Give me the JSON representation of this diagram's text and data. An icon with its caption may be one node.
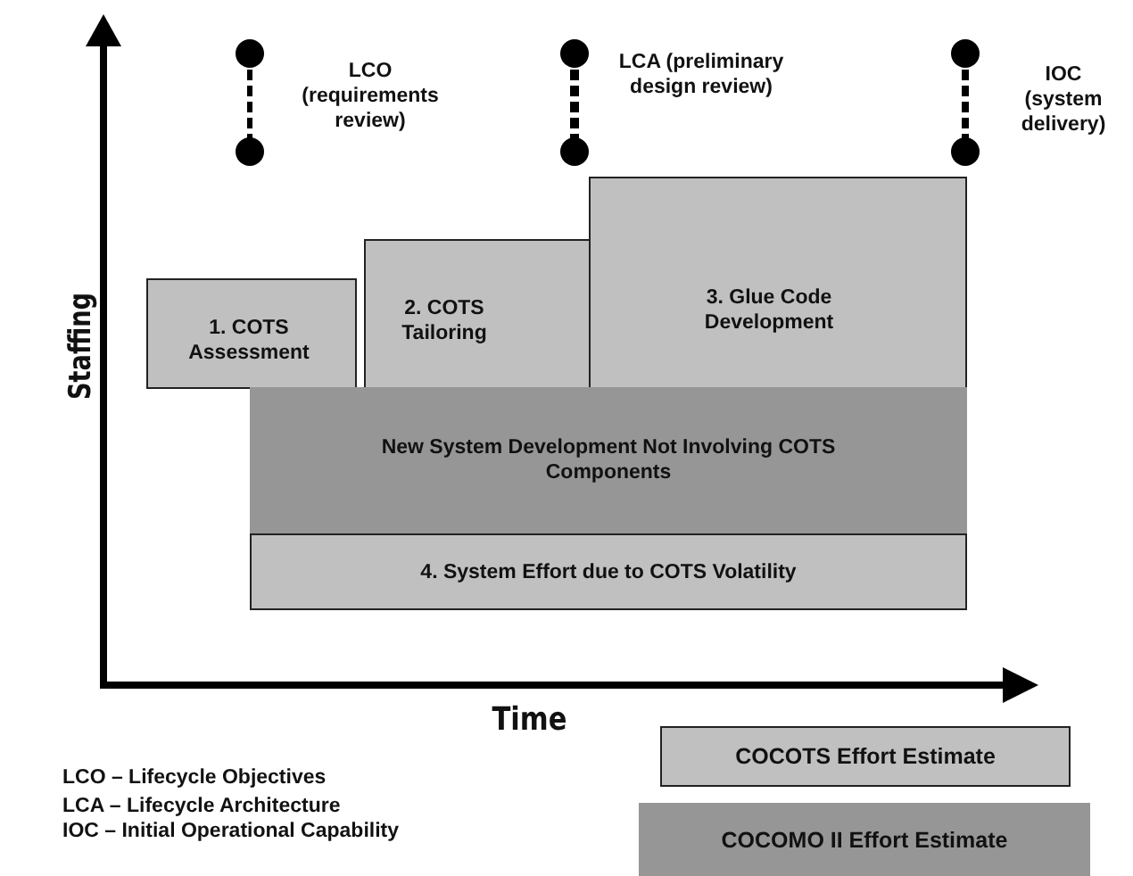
{
  "diagram": {
    "nodes": [
      {
        "text": [
          "1. COTS Assessment"
        ]
      },
      {
        "text": [
          "2. COTS Tailoring"
        ]
      },
      {
        "text": [
          "3. Glue Code Development"
        ]
      },
      {
        "text": [
          "New System Development Not Involving COTS Components"
        ]
      },
      {
        "text": [
          "4. System Effort due to COTS Volatility"
        ]
      }
    ],
    "labels": [
      "LCO (requirements review)",
      "LCA (preliminary design review)",
      "IOC (system delivery)",
      "Staffing",
      "Time",
      "LCO – Lifecycle Objectives",
      "LCA – Lifecycle Architecture",
      "IOC – Initial Operational Capability"
    ],
    "legend": [
      {
        "text": "COCOTS Effort Estimate",
        "color": "#c0c0c0"
      },
      {
        "text": "COCOMO II Effort Estimate",
        "color": "#969696"
      }
    ]
  }
}
